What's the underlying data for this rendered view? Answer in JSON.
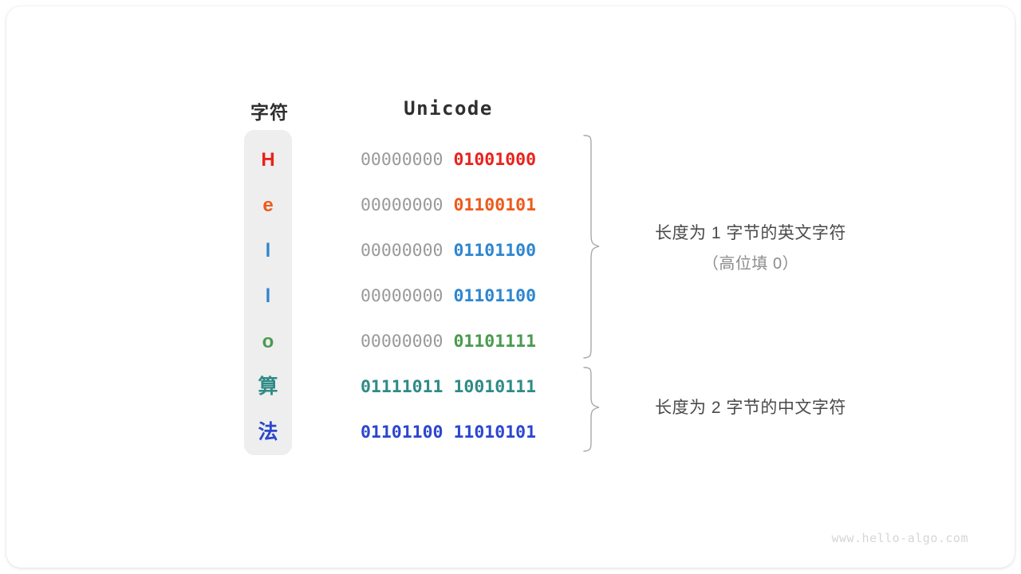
{
  "figure": {
    "title_char_column": "字符",
    "title_unicode_column": "Unicode",
    "rows": [
      {
        "char": "H",
        "high_bits": "00000000",
        "low_bits": "01001000",
        "color": "#e8231c",
        "is_cjk": false
      },
      {
        "char": "e",
        "high_bits": "00000000",
        "low_bits": "01100101",
        "color": "#ee5a1b",
        "is_cjk": false
      },
      {
        "char": "l",
        "high_bits": "00000000",
        "low_bits": "01101100",
        "color": "#2e86d0",
        "is_cjk": false
      },
      {
        "char": "l",
        "high_bits": "00000000",
        "low_bits": "01101100",
        "color": "#2e86d0",
        "is_cjk": false
      },
      {
        "char": "o",
        "high_bits": "00000000",
        "low_bits": "01101111",
        "color": "#4a9a4e",
        "is_cjk": false
      },
      {
        "char": "算",
        "high_bits": "01111011",
        "low_bits": "10010111",
        "color": "#2e8b86",
        "is_cjk": true
      },
      {
        "char": "法",
        "high_bits": "01101100",
        "low_bits": "11010101",
        "color": "#2c46cf",
        "is_cjk": true
      }
    ],
    "annotations": [
      {
        "main": "长度为 1 字节的英文字符",
        "sub": "（高位填 0）"
      },
      {
        "main": "长度为 2 字节的中文字符",
        "sub": ""
      }
    ],
    "watermark": "www.hello-algo.com",
    "colors": {
      "pill_background": "#eeeeee",
      "high_bits_gray": "#9a9a9a",
      "brace_stroke": "#a8a8a8",
      "header_text": "#2f2f2f",
      "annotation_main": "#4a4a4a",
      "annotation_sub": "#8c8c8c",
      "card_background": "#ffffff",
      "watermark": "#d6d6d6"
    }
  }
}
